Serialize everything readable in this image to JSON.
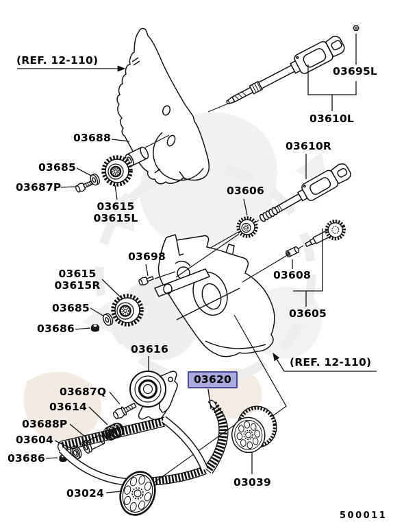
{
  "diagram": {
    "type": "exploded-parts-diagram",
    "subject": "engine balance shaft and timing belt B components",
    "drawing_number": "500011",
    "highlighted_part": "03620",
    "colors": {
      "background": "#ffffff",
      "line": "#111111",
      "highlight_fill": "#a9aade",
      "highlight_border": "#4b4b9e",
      "watermark_gray": "#ededed",
      "watermark_tan": "#efe8dc"
    },
    "labels": {
      "ref_top": "(REF. 12-110)",
      "ref_right": "(REF. 12-110)",
      "p03695L": "03695L",
      "p03610L": "03610L",
      "p03610R": "03610R",
      "p03688": "03688",
      "p03685_upper": "03685",
      "p03687P": "03687P",
      "p03615_left_1": "03615",
      "p03615_left_2": "03615L",
      "p03606": "03606",
      "p03698": "03698",
      "p03615_right_1": "03615",
      "p03615_right_2": "03615R",
      "p03685_lower": "03685",
      "p03686_upper": "03686",
      "p03608": "03608",
      "p03605": "03605",
      "p03616": "03616",
      "p03687Q": "03687Q",
      "p03614": "03614",
      "p03688P": "03688P",
      "p03604": "03604",
      "p03686_lower": "03686",
      "p03620": "03620",
      "p03039": "03039",
      "p03024": "03024",
      "drawing_number": "500011"
    }
  }
}
